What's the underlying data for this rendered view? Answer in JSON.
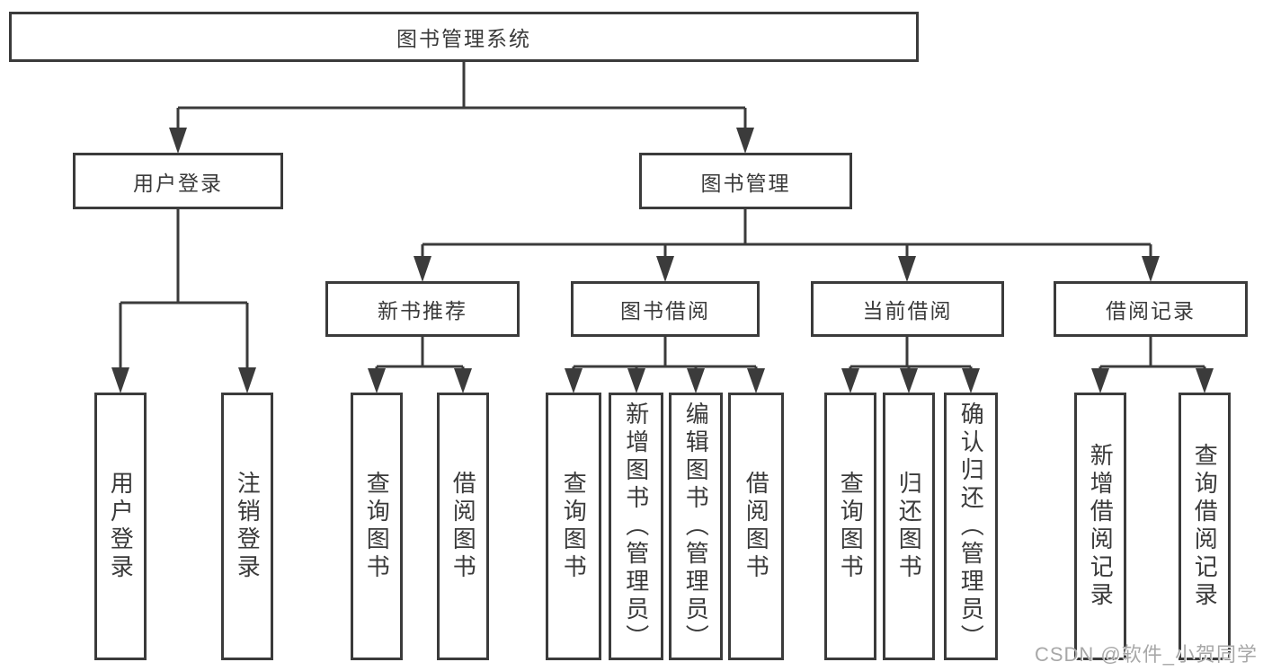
{
  "tree": {
    "root": {
      "label": "图书管理系统"
    },
    "level2": [
      {
        "label": "用户登录",
        "leaves": [
          "用户登录",
          "注销登录"
        ]
      },
      {
        "label": "图书管理",
        "groups": [
          {
            "label": "新书推荐",
            "leaves": [
              "查询图书",
              "借阅图书"
            ]
          },
          {
            "label": "图书借阅",
            "leaves": [
              "查询图书",
              "新增图书（管理员）",
              "编辑图书（管理员）",
              "借阅图书"
            ]
          },
          {
            "label": "当前借阅",
            "leaves": [
              "查询图书",
              "归还图书",
              "确认归还（管理员）"
            ]
          },
          {
            "label": "借阅记录",
            "leaves": [
              "新增借阅记录",
              "查询借阅记录"
            ]
          }
        ]
      }
    ]
  },
  "watermark": "CSDN @软件_小贺同学",
  "colors": {
    "line": "#3b3b3b",
    "text": "#3a3a3a",
    "box_fill": "#ffffff",
    "watermark": "#a8a8a8"
  }
}
